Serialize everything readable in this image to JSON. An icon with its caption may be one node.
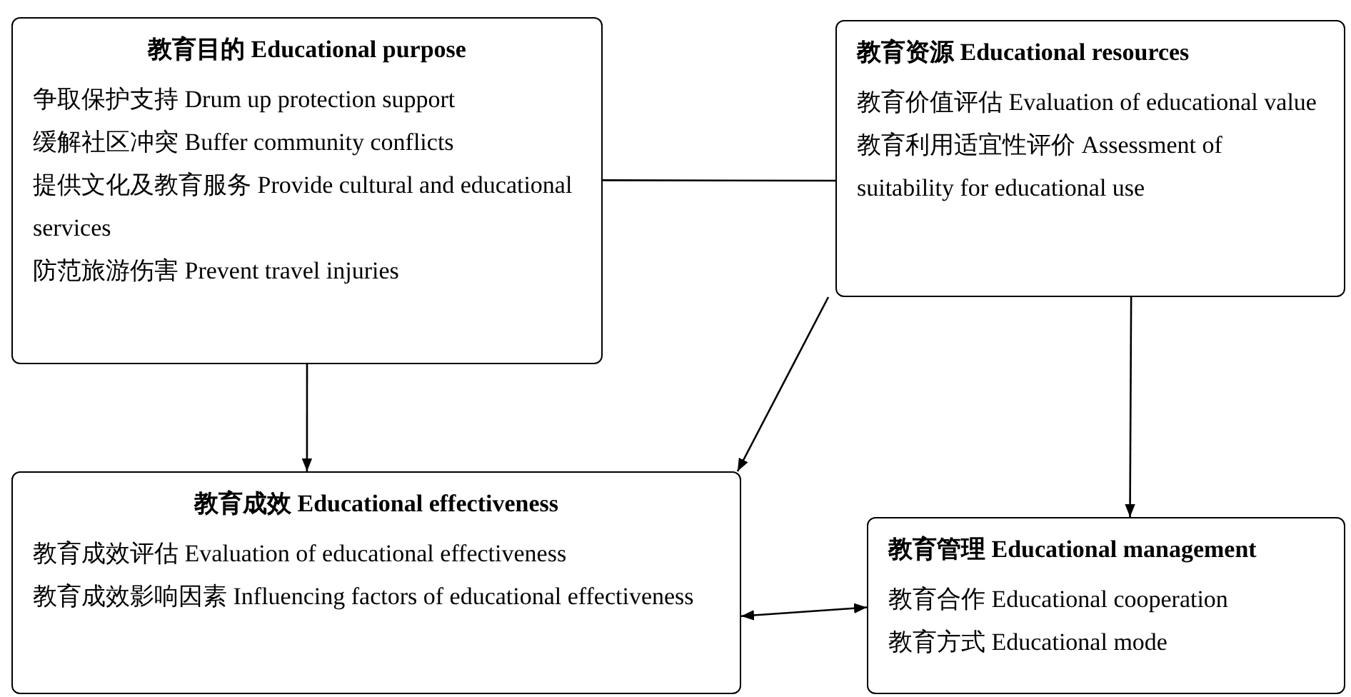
{
  "diagram": {
    "nodes": [
      {
        "text": [
          "教育目的 Educational purpose",
          "争取保护支持 Drum up protection support",
          "缓解社区冲突 Buffer community conflicts",
          "提供文化及教育服务 Provide cultural and educational services",
          "防范旅游伤害 Prevent travel injuries"
        ]
      },
      {
        "text": [
          "教育资源 Educational resources",
          "教育价值评估 Evaluation of educational value",
          "教育利用适宜性评价 Assessment of suitability for educational use"
        ]
      },
      {
        "text": [
          "教育成效 Educational effectiveness",
          "教育成效评估 Evaluation of educational effectiveness",
          "教育成效影响因素 Influencing factors of educational effectiveness"
        ]
      },
      {
        "text": [
          "教育管理 Educational management",
          "教育合作 Educational cooperation",
          "教育方式 Educational mode"
        ]
      }
    ],
    "edges": [
      {
        "from": 0,
        "to": 1,
        "arrow": "none"
      },
      {
        "from": 0,
        "to": 2,
        "arrow": "to"
      },
      {
        "from": 1,
        "to": 2,
        "arrow": "to"
      },
      {
        "from": 1,
        "to": 3,
        "arrow": "to"
      },
      {
        "from": 2,
        "to": 3,
        "arrow": "both"
      }
    ]
  }
}
